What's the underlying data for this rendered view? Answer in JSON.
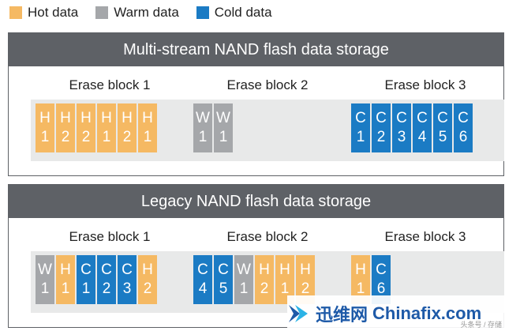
{
  "legend": [
    {
      "label": "Hot data",
      "color": "#f5b963"
    },
    {
      "label": "Warm data",
      "color": "#a5a7aa"
    },
    {
      "label": "Cold data",
      "color": "#1b7bc4"
    }
  ],
  "colors": {
    "H": "#f5b963",
    "W": "#a5a7aa",
    "C": "#1b7bc4"
  },
  "sections": [
    {
      "title": "Multi-stream NAND flash data storage",
      "blocks": [
        {
          "label": "Erase block 1",
          "cells": [
            [
              "H",
              "1"
            ],
            [
              "H",
              "2"
            ],
            [
              "H",
              "2"
            ],
            [
              "H",
              "1"
            ],
            [
              "H",
              "2"
            ],
            [
              "H",
              "1"
            ]
          ]
        },
        {
          "label": "Erase block 2",
          "cells": [
            [
              "W",
              "1"
            ],
            [
              "W",
              "1"
            ]
          ]
        },
        {
          "label": "Erase block 3",
          "cells": [
            [
              "C",
              "1"
            ],
            [
              "C",
              "2"
            ],
            [
              "C",
              "3"
            ],
            [
              "C",
              "4"
            ],
            [
              "C",
              "5"
            ],
            [
              "C",
              "6"
            ]
          ]
        }
      ]
    },
    {
      "title": "Legacy NAND flash data storage",
      "blocks": [
        {
          "label": "Erase block 1",
          "cells": [
            [
              "W",
              "1"
            ],
            [
              "H",
              "1"
            ],
            [
              "C",
              "1"
            ],
            [
              "C",
              "2"
            ],
            [
              "C",
              "3"
            ],
            [
              "H",
              "2"
            ]
          ]
        },
        {
          "label": "Erase block 2",
          "cells": [
            [
              "C",
              "4"
            ],
            [
              "C",
              "5"
            ],
            [
              "W",
              "1"
            ],
            [
              "H",
              "2"
            ],
            [
              "H",
              "1"
            ],
            [
              "H",
              "2"
            ]
          ]
        },
        {
          "label": "Erase block 3",
          "cells": [
            [
              "H",
              "1"
            ],
            [
              "C",
              "6"
            ]
          ]
        }
      ]
    }
  ],
  "watermark": {
    "cn": "迅维网",
    "en": "Chinafix.com",
    "small": "头条号 / 存储"
  }
}
